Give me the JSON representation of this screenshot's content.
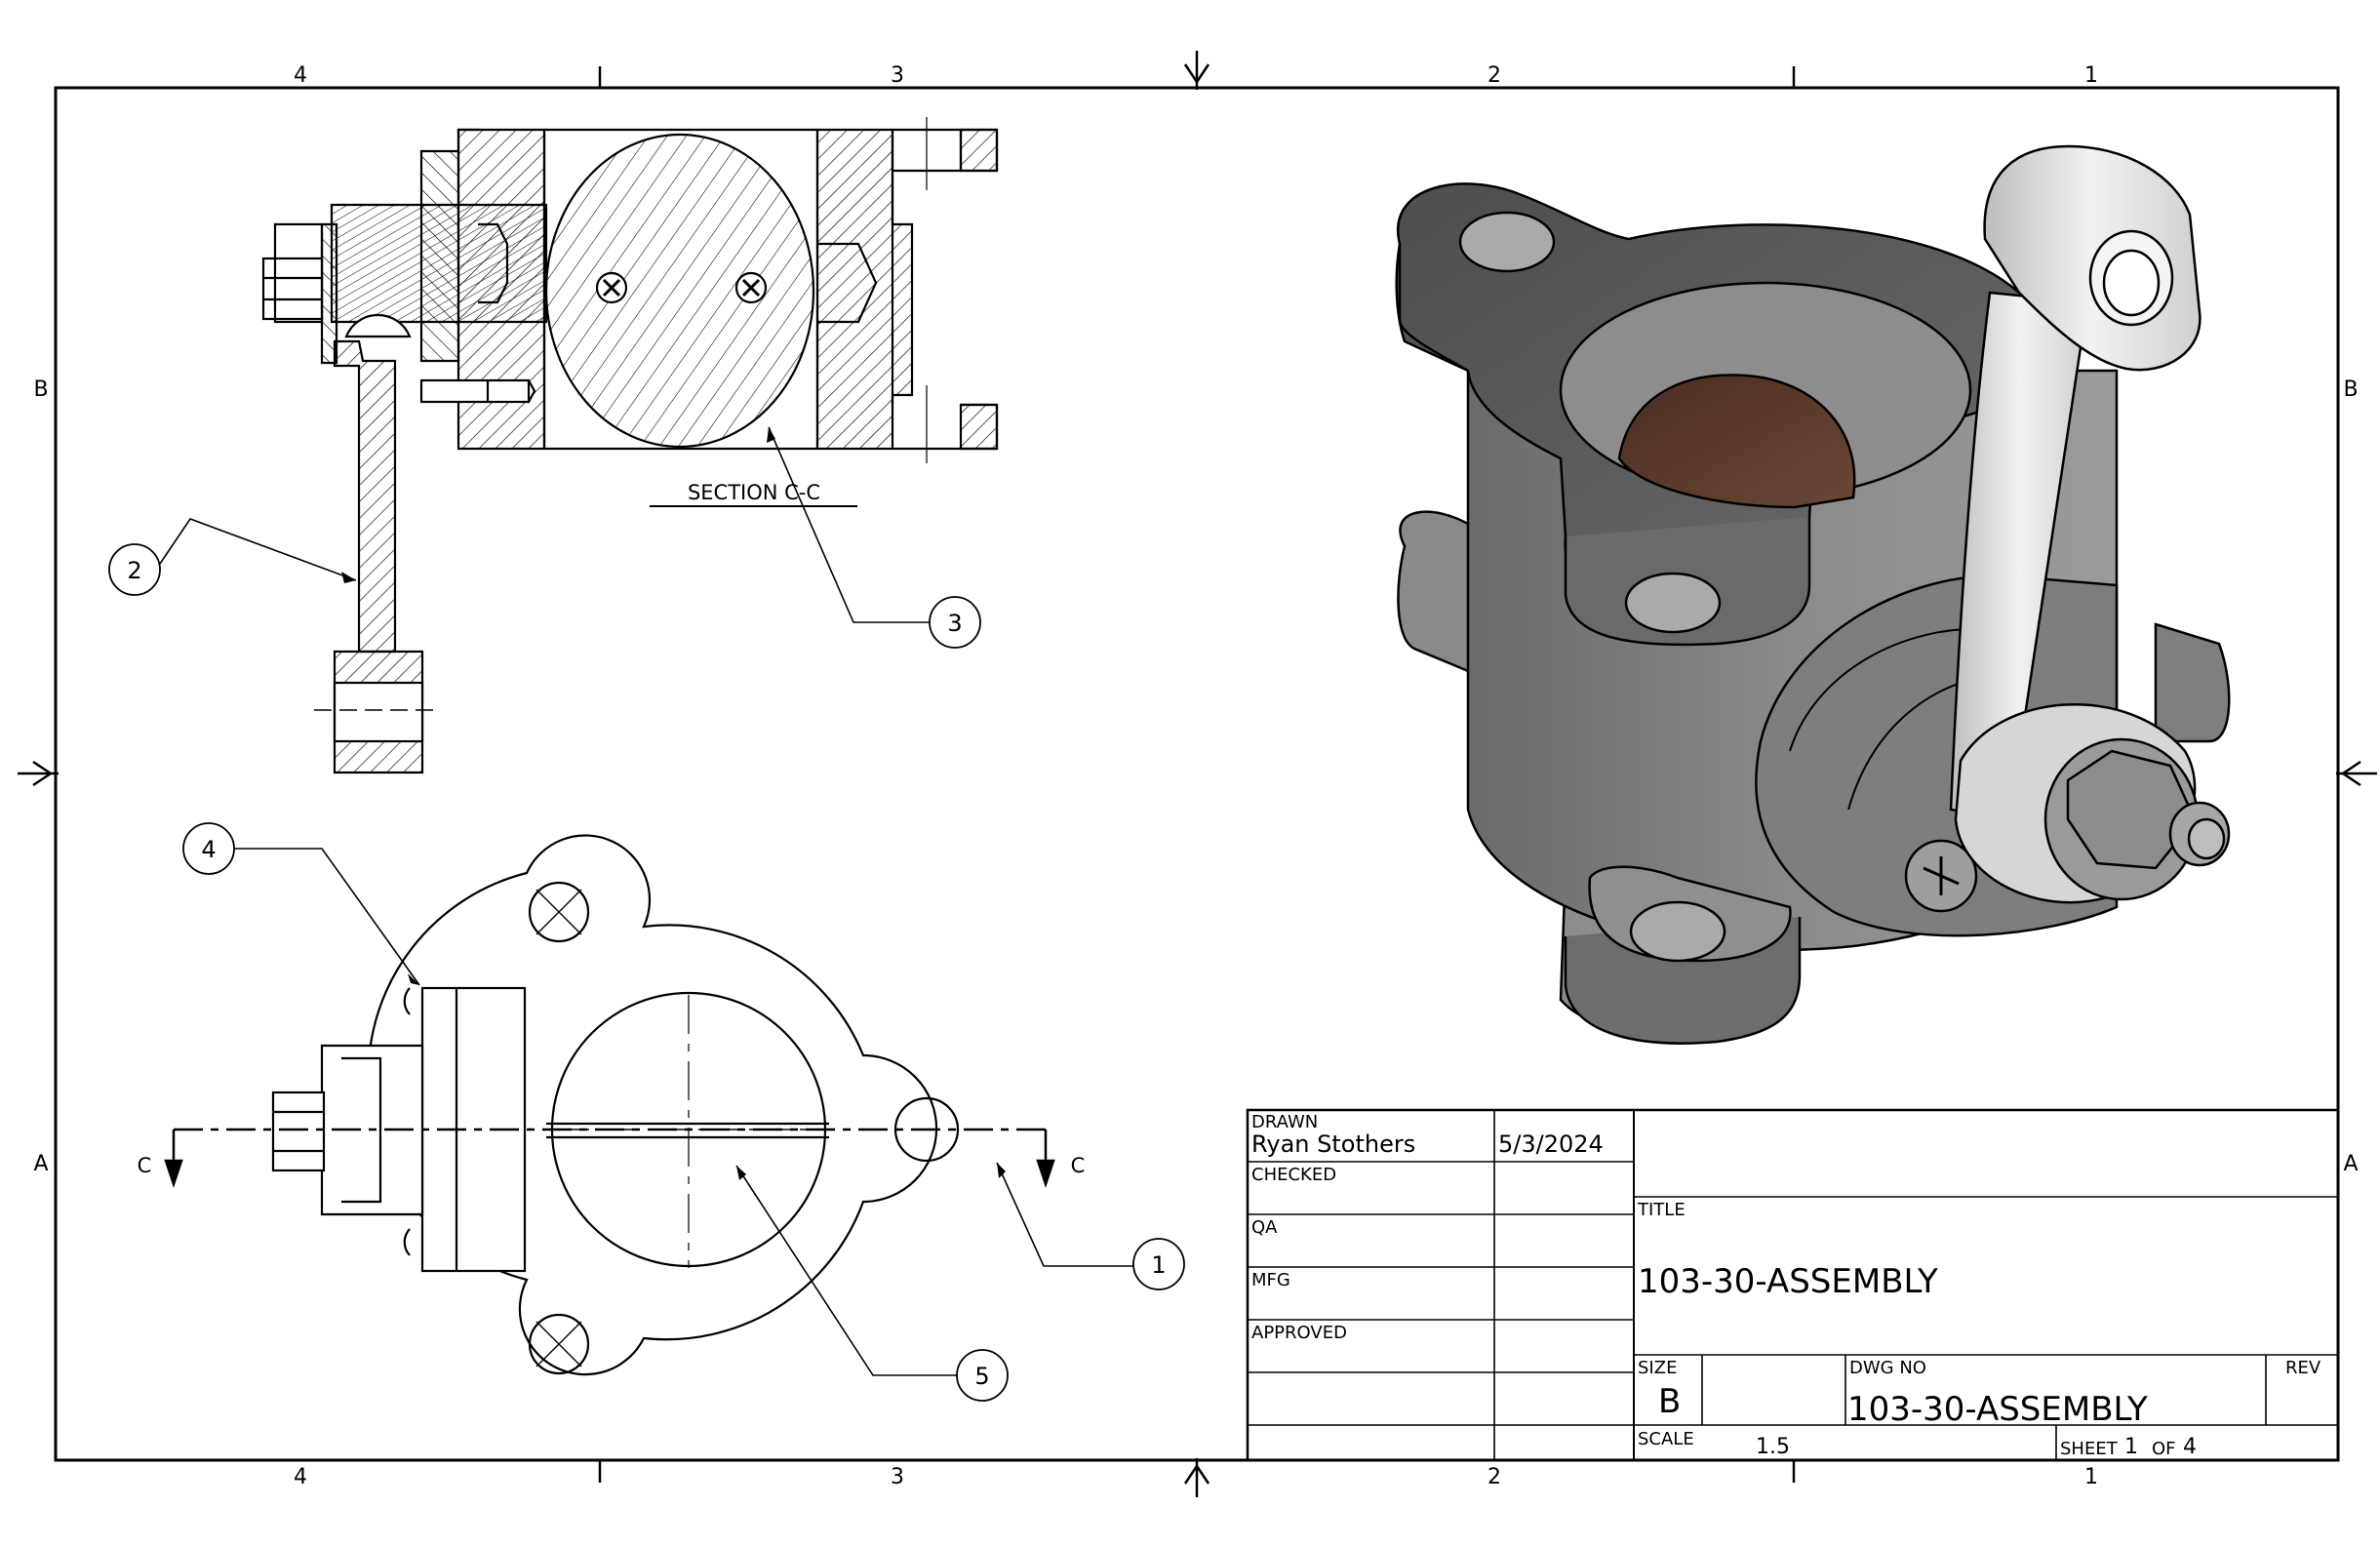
{
  "zones": {
    "columns": [
      "4",
      "3",
      "2",
      "1"
    ],
    "rows": [
      "B",
      "A"
    ]
  },
  "section_view": {
    "title": "SECTION C-C",
    "cut_label": "C"
  },
  "balloons": [
    "1",
    "2",
    "3",
    "4",
    "5"
  ],
  "title_block": {
    "drawn_label": "DRAWN",
    "drawn_by": "Ryan Stothers",
    "drawn_date": "5/3/2024",
    "checked_label": "CHECKED",
    "qa_label": "QA",
    "mfg_label": "MFG",
    "approved_label": "APPROVED",
    "title_label": "TITLE",
    "title": "103-30-ASSEMBLY",
    "size_label": "SIZE",
    "size": "B",
    "dwg_no_label": "DWG NO",
    "dwg_no": "103-30-ASSEMBLY",
    "rev_label": "REV",
    "scale_label": "SCALE",
    "scale": "1.5",
    "sheet_label": "SHEET",
    "sheet_no": "1",
    "of_label": "OF",
    "sheet_total": "4"
  },
  "colors": {
    "line": "#000000",
    "body_dark": "#5f5f5f",
    "body_mid": "#7a7a7a",
    "body_light": "#a8a8a8",
    "bronze": "#5a3a2c",
    "lever": "#d9d9d9"
  }
}
